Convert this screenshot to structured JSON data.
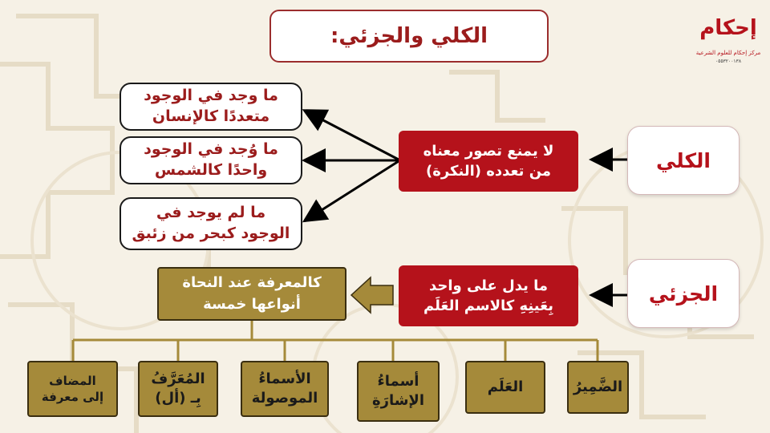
{
  "title": "الكلي والجزئي:",
  "logo": {
    "name": "إحكام",
    "subtitle": "مركز إحكام للعلوم الشرعية",
    "phone": "٠٥٥٣٢٠٠١٣٨"
  },
  "terms": {
    "kulli": "الكلي",
    "juzi": "الجزئي"
  },
  "definitions": {
    "kulli": [
      "لا يمنع تصور معناه",
      "من تعدده (النكرة)"
    ],
    "juzi": [
      "ما  يدل على واحد",
      "بِعَينِهِ كالاسم العَلَم"
    ]
  },
  "kulli_types": [
    [
      "ما وجد في الوجود",
      "متعددًا كالإنسان"
    ],
    [
      "ما وُجد في الوجود",
      "واحدًا كالشمس"
    ],
    [
      "ما لم يوجد في",
      "الوجود كبحر من زئبق"
    ]
  ],
  "marifa": [
    "كالمعرفة عند النحاة",
    "أنواعها خمسة"
  ],
  "categories": [
    [
      "الضَّمِيرُ"
    ],
    [
      "العَلَم"
    ],
    [
      "أسماءُ",
      "الإشارَةِ"
    ],
    [
      "الأسماءُ",
      "الموصولة"
    ],
    [
      "المُعَرَّفُ",
      "بِـ (أل)"
    ],
    [
      "المضاف",
      "إلى معرفة"
    ]
  ],
  "colors": {
    "red": "#b5121b",
    "dark_red": "#9b1c1c",
    "gold": "#a58a3a",
    "background": "#f6f1e6"
  }
}
